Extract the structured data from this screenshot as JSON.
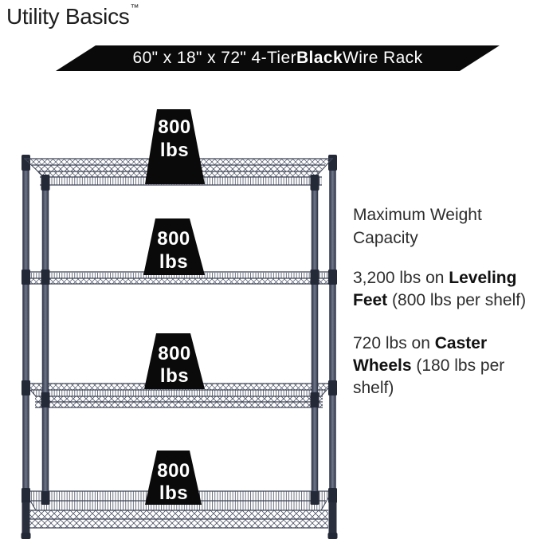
{
  "brand": {
    "name": "Utility Basics",
    "trademark_symbol": "™"
  },
  "banner": {
    "dimension_text": "60\" x 18\" x 72\" 4-Tier ",
    "color_text_bold": "Black",
    "product_text": " Wire Rack",
    "background_color": "#0a0a0a",
    "text_color": "#ffffff"
  },
  "rack": {
    "tier_count": 4,
    "frame_color": "#4b5164",
    "weight_marker_color": "#0a0a0a",
    "weight_markers": [
      {
        "value": "800",
        "unit": "lbs"
      },
      {
        "value": "800",
        "unit": "lbs"
      },
      {
        "value": "800",
        "unit": "lbs"
      },
      {
        "value": "800",
        "unit": "lbs"
      }
    ]
  },
  "info": {
    "heading": "Maximum Weight Capacity",
    "specs": [
      {
        "prefix": "3,200 lbs on ",
        "bold": "Leveling Feet",
        "suffix": " (800 lbs per shelf)"
      },
      {
        "prefix": "720 lbs on ",
        "bold": "Caster Wheels",
        "suffix": " (180 lbs per shelf)"
      }
    ]
  }
}
